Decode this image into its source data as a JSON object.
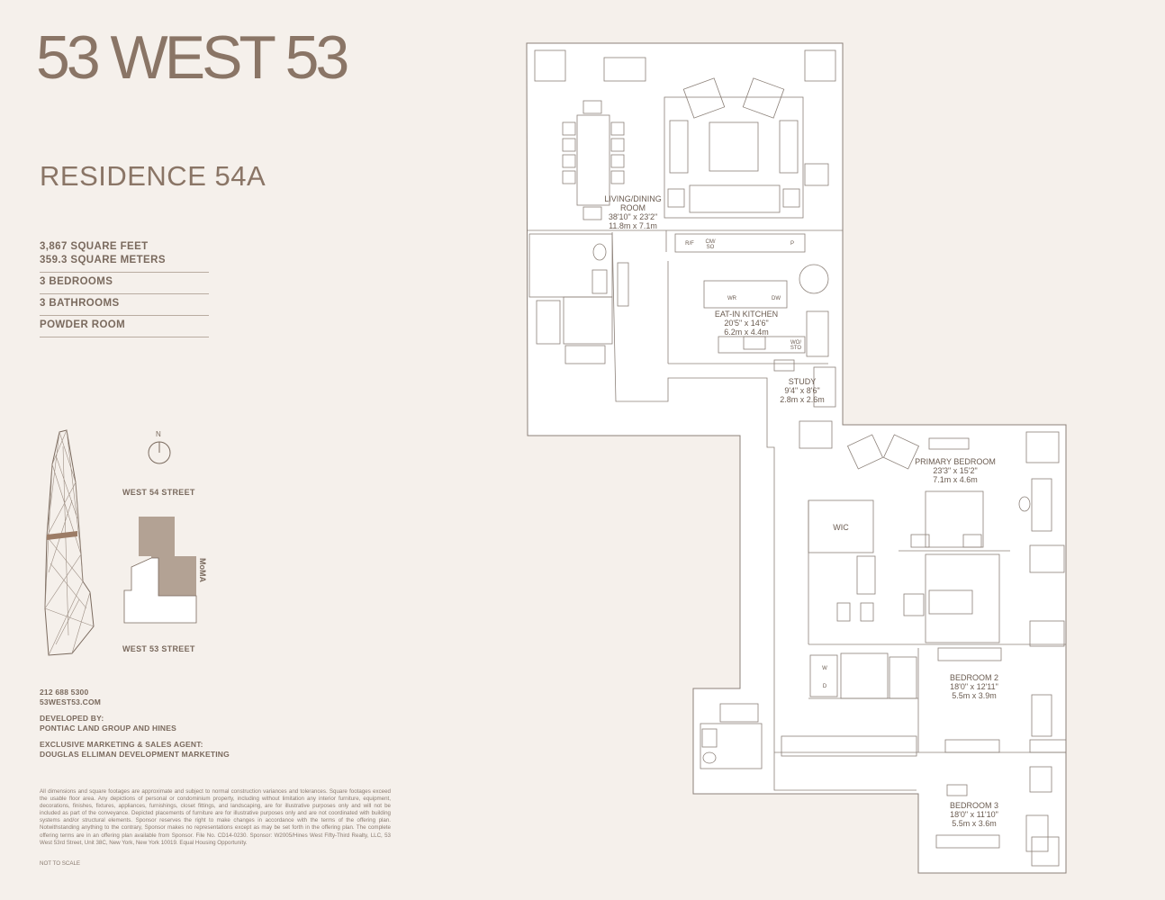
{
  "brand": "53 WEST 53",
  "residence": "RESIDENCE 54A",
  "specs": {
    "square_feet": "3,867 SQUARE FEET",
    "square_meters": "359.3 SQUARE METERS",
    "bedrooms": "3 BEDROOMS",
    "bathrooms": "3 BATHROOMS",
    "powder": "POWDER ROOM"
  },
  "site_map": {
    "north": "N",
    "street_north": "WEST 54 STREET",
    "street_south": "WEST 53 STREET",
    "neighbor": "MoMA"
  },
  "contact": {
    "phone": "212 688 5300",
    "website": "53WEST53.COM",
    "developed_by_label": "DEVELOPED BY:",
    "developer": "PONTIAC LAND GROUP AND HINES",
    "agent_label": "EXCLUSIVE MARKETING & SALES AGENT:",
    "agent": "DOUGLAS ELLIMAN DEVELOPMENT MARKETING"
  },
  "disclaimer": "All dimensions and square footages are approximate and subject to normal construction variances and tolerances. Square footages exceed the usable floor area. Any depictions of personal or condominium property, including without limitation any interior furniture, equipment, decorations, finishes, fixtures, appliances, furnishings, closet fittings, and landscaping, are for illustrative purposes only and will not be included as part of the conveyance. Depicted placements of furniture are for illustrative purposes only and are not coordinated with building systems and/or structural elements. Sponsor reserves the right to make changes in accordance with the terms of the offering plan. Notwithstanding anything to the contrary, Sponsor makes no representations except as may be set forth in the offering plan. The complete offering terms are in an offering plan available from Sponsor. File No. CD14-0230. Sponsor: W2005/Hines West Fifty-Third Realty, LLC, 53 West 53rd Street, Unit 38C, New York, New York 10019. Equal Housing Opportunity.",
  "not_to_scale": "NOT TO SCALE",
  "rooms": {
    "living": {
      "name1": "LIVING/DINING",
      "name2": "ROOM",
      "imperial": "38'10\" x 23'2\"",
      "metric": "11.8m x 7.1m"
    },
    "kitchen": {
      "name": "EAT-IN KITCHEN",
      "imperial": "20'5\" x 14'6\"",
      "metric": "6.2m x 4.4m"
    },
    "study": {
      "name": "STUDY",
      "imperial": "9'4\" x 8'6\"",
      "metric": "2.8m x 2.6m"
    },
    "primary": {
      "name": "PRIMARY BEDROOM",
      "imperial": "23'3\" x 15'2\"",
      "metric": "7.1m x 4.6m"
    },
    "wic": {
      "name": "WIC"
    },
    "bedroom2": {
      "name": "BEDROOM 2",
      "imperial": "18'0\" x 12'11\"",
      "metric": "5.5m x 3.9m"
    },
    "bedroom3": {
      "name": "BEDROOM 3",
      "imperial": "18'0\" x 11'10\"",
      "metric": "5.5m x 3.6m"
    }
  },
  "appliances": {
    "rf": "R/F",
    "cm": "CM/",
    "so": "SO",
    "p": "P",
    "wr": "WR",
    "dw": "DW",
    "wo": "WO/",
    "sto": "STO",
    "w": "W",
    "d": "D"
  },
  "colors": {
    "background": "#f5f0eb",
    "text": "#7a6a5e",
    "accent": "#b3a294",
    "line": "#8c8179"
  }
}
